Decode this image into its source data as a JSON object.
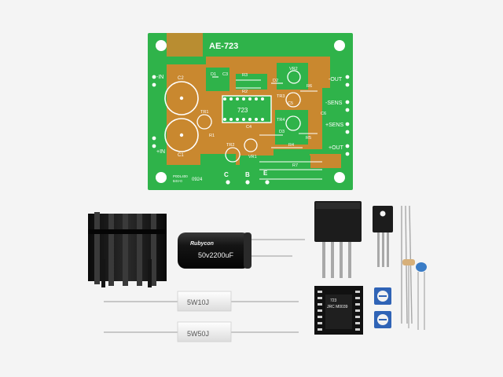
{
  "colors": {
    "background": "#f4f4f4",
    "pcb_green": "#2fb34a",
    "copper": "#c9882f",
    "silkscreen": "#ffffff"
  },
  "pcb": {
    "title": "AE-723",
    "ic_label": "723",
    "labels": {
      "c2": "C2",
      "c1": "C1",
      "d1": "D1",
      "c3": "C3",
      "r3": "R3",
      "r2": "R2",
      "d2": "D2",
      "vr2": "VR2",
      "r6": "R6",
      "tr3": "TR3",
      "c5": "C5",
      "tr4": "TR4",
      "c6": "C6",
      "d3": "D3",
      "r4": "R4",
      "r5": "R5",
      "c4": "C4",
      "tr1": "TR1",
      "r1": "R1",
      "tr2": "TR2",
      "vr1": "VR1",
      "r7": "R7",
      "b": "B",
      "c": "C",
      "e": "E"
    },
    "terminals": {
      "in_neg": "-IN",
      "in_pos": "+IN",
      "out_neg": "-OUT",
      "sens_neg": "-SENS",
      "sens_pos": "+SENS",
      "out_pos": "+OUT"
    },
    "small_print": [
      "P0DL400",
      "84V-0",
      "0924"
    ]
  },
  "parts": {
    "capacitor_brand": "Rubycon",
    "capacitor_text": "50v2200uF",
    "resistor_top": "5W10J",
    "resistor_bottom": "5W50J",
    "ic_marking": [
      "723",
      "JRC M0039"
    ]
  }
}
